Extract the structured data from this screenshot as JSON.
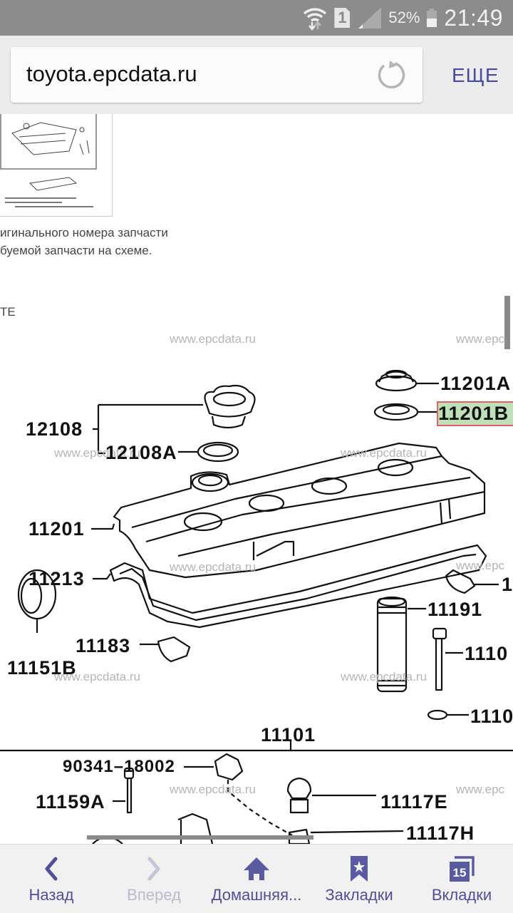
{
  "status_bar": {
    "sim_slot": "1",
    "battery": "52%",
    "time": "21:49",
    "icons": [
      "wifi-icon",
      "sim-icon",
      "signal-icon",
      "battery-icon"
    ]
  },
  "browser": {
    "url": "toyota.epcdata.ru",
    "reload_icon": "reload-icon",
    "more_label": "ЕЩЕ"
  },
  "page": {
    "desc_line1": "игинального номера запчасти",
    "desc_line2": "буемой запчасти на схеме.",
    "desc_line3": "ТЕ",
    "watermark": "www.epcdata.ru",
    "watermark_partial": "www.epc"
  },
  "diagram": {
    "labels": {
      "p11201A": "11201A",
      "p11201B": "11201B",
      "p12108": "12108",
      "p12108A": "12108A",
      "p11201": "11201",
      "p11213": "11213",
      "p11151B": "11151B",
      "p11183": "11183",
      "p11191": "11191",
      "p1110a": "1110",
      "p1110b": "1110",
      "p1_right": "1",
      "p11101": "11101",
      "p90341": "90341–18002",
      "p11159A": "11159A",
      "p11117E": "11117E",
      "p11117H": "11117H"
    },
    "highlighted_part": "11201B"
  },
  "bottom_nav": {
    "items": [
      {
        "label": "Назад",
        "icon": "back-chevron-icon",
        "enabled": true
      },
      {
        "label": "Вперед",
        "icon": "forward-chevron-icon",
        "enabled": false
      },
      {
        "label": "Домашняя...",
        "icon": "home-icon",
        "enabled": true
      },
      {
        "label": "Закладки",
        "icon": "bookmark-icon",
        "enabled": true
      },
      {
        "label": "Вкладки",
        "icon": "tabs-icon",
        "enabled": true,
        "badge": "15"
      }
    ]
  },
  "colors": {
    "accent": "#4f4f9a",
    "status_bar": "#8c8c8c",
    "toolbar": "#ececec",
    "highlight_fill": "#bfe0b8",
    "highlight_border": "#e06060"
  }
}
